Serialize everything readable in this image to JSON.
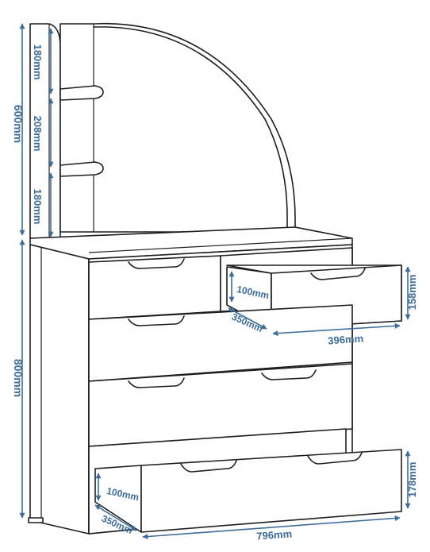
{
  "colors": {
    "dimension": "#3d6d9a",
    "outline": "#1e1e1e",
    "background": "#ffffff"
  },
  "dimensions": {
    "upper_total_height": "600mm",
    "shelf_gap_top": "180mm",
    "shelf_gap_middle": "208mm",
    "shelf_gap_bottom": "180mm",
    "lower_total_height": "800mm",
    "small_drawer_height": "158mm",
    "small_drawer_inner_height": "100mm",
    "small_drawer_depth": "350mm",
    "small_drawer_width": "396mm",
    "large_drawer_height": "178mm",
    "large_drawer_inner_height": "100mm",
    "large_drawer_depth": "350mm",
    "large_drawer_width": "796mm"
  }
}
